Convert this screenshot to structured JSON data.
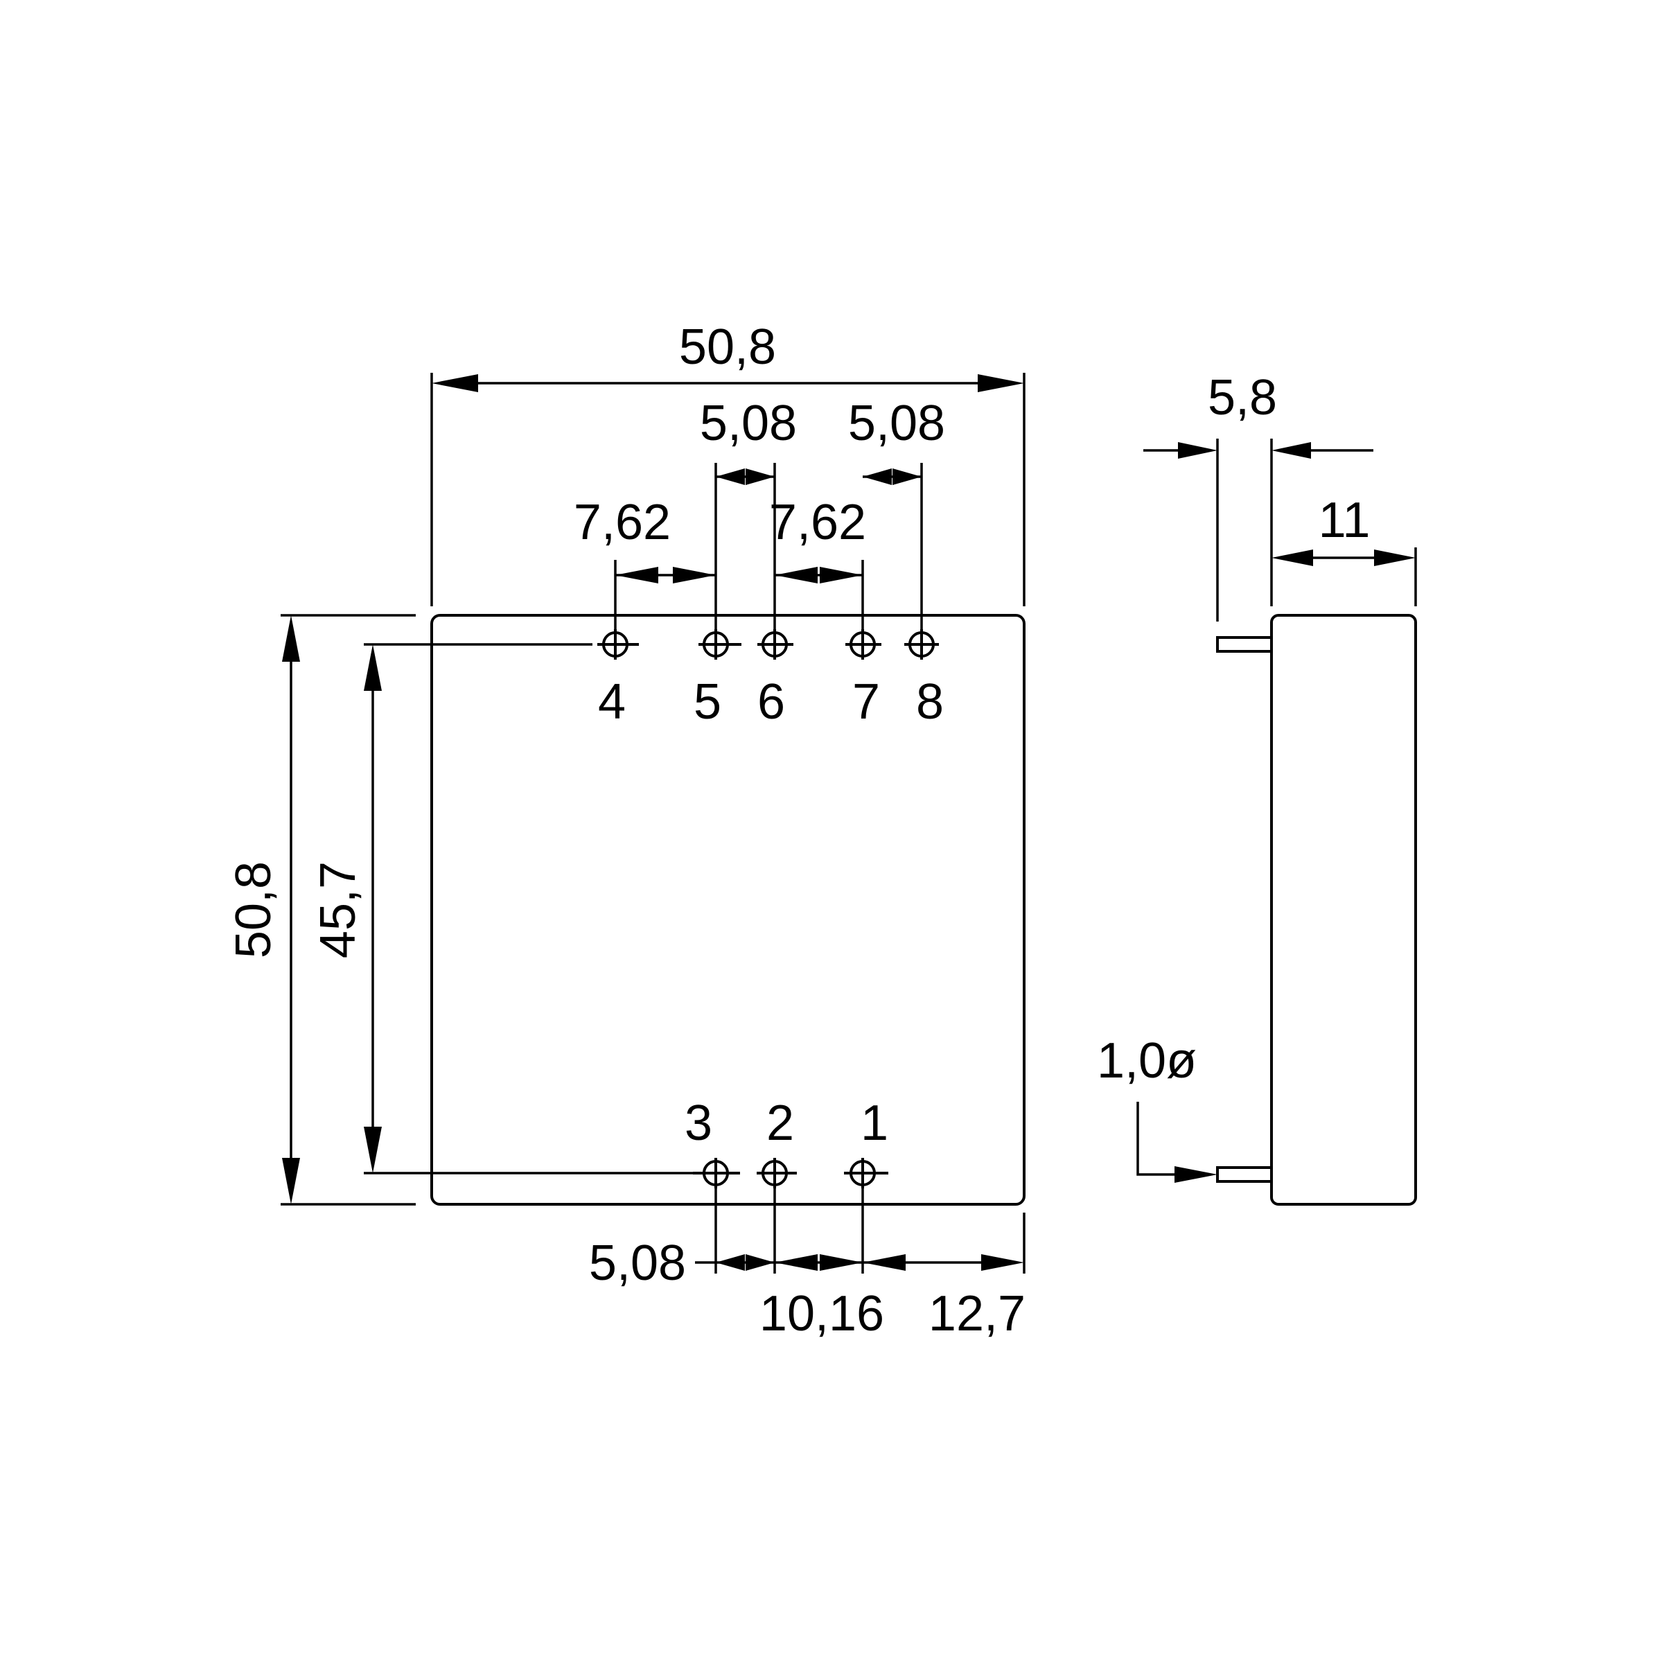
{
  "front_view": {
    "width": "50,8",
    "height": "50,8",
    "pin_row_spacing": "45,7",
    "top_pitch_a": "5,08",
    "top_pitch_b": "5,08",
    "top_gap_a": "7,62",
    "top_gap_b": "7,62",
    "bottom_pitch": "5,08",
    "bottom_gap": "10,16",
    "bottom_edge": "12,7",
    "pins": {
      "p1": "1",
      "p2": "2",
      "p3": "3",
      "p4": "4",
      "p5": "5",
      "p6": "6",
      "p7": "7",
      "p8": "8"
    }
  },
  "side_view": {
    "pin_length": "5,8",
    "depth": "11",
    "pin_diameter": "1,0ø"
  }
}
